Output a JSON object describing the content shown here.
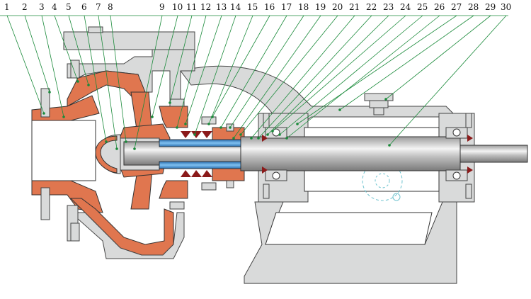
{
  "diagram": {
    "part_numbers": [
      "1",
      "2",
      "3",
      "4",
      "5",
      "6",
      "7",
      "8",
      "9",
      "10",
      "11",
      "12",
      "13",
      "14",
      "15",
      "16",
      "17",
      "18",
      "19",
      "20",
      "21",
      "22",
      "23",
      "24",
      "25",
      "26",
      "27",
      "28",
      "29",
      "30"
    ]
  },
  "colors": {
    "lining": "#e0764f",
    "metal": "#d9dada",
    "sleeve": "#3f8fd6",
    "seal": "#8b1a1a",
    "leader": "#1a8a3a"
  }
}
